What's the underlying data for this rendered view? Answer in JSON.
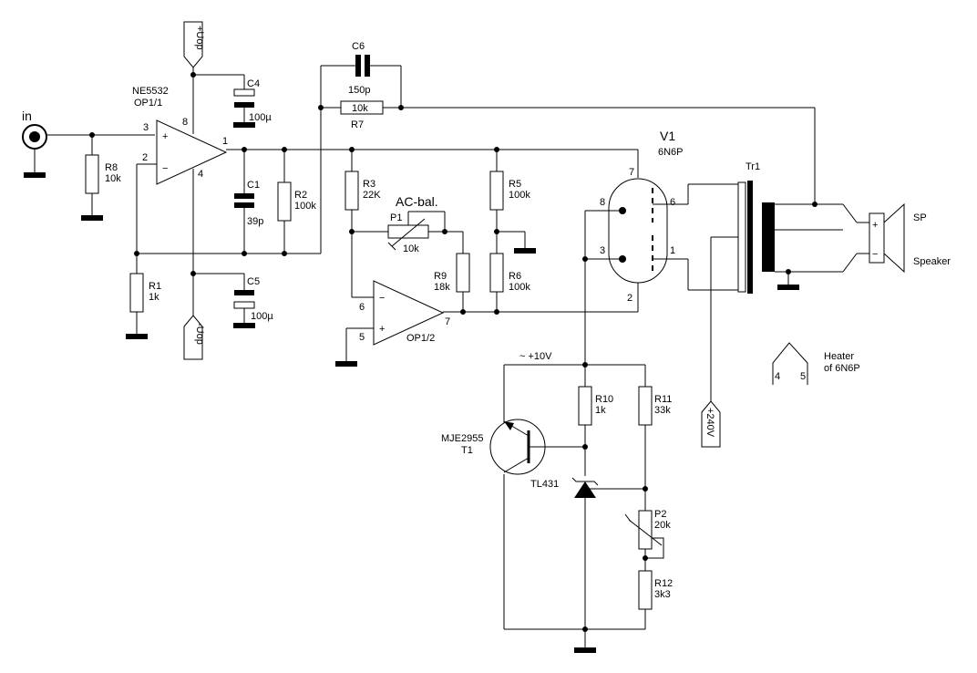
{
  "labels": {
    "in": "in",
    "op1_type": "NE5532",
    "op1_name": "OP1/1",
    "op2_name": "OP1/2",
    "pin_plus": "+",
    "pin_minus": "−",
    "op1_pin3": "3",
    "op1_pin2": "2",
    "op1_pin1": "1",
    "op1_pin8": "8",
    "op1_pin4": "4",
    "op2_pin6": "6",
    "op2_pin5": "5",
    "op2_pin7": "7",
    "supply_pos": "+Uop",
    "supply_neg": "-Uop",
    "c4": "C4",
    "c4_val": "100µ",
    "c1": "C1",
    "c1_val": "39p",
    "c5": "C5",
    "c5_val": "100µ",
    "c6": "C6",
    "c6_val": "150p",
    "r7": "R7",
    "r7_val": "10k",
    "r8": "R8",
    "r8_val": "10k",
    "r2": "R2",
    "r2_val": "100k",
    "r1": "R1",
    "r1_val": "1k",
    "r3": "R3",
    "r3_val": "22K",
    "ac_bal": "AC-bal.",
    "p1": "P1",
    "p1_val": "10k",
    "r9": "R9",
    "r9_val": "18k",
    "r5": "R5",
    "r5_val": "100k",
    "r6": "R6",
    "r6_val": "100k",
    "v1": "V1",
    "v1_type": "6N6P",
    "v1_pin8": "8",
    "v1_pin7": "7",
    "v1_pin6": "6",
    "v1_pin3": "3",
    "v1_pin1": "1",
    "v1_pin2": "2",
    "tr1": "Tr1",
    "sp": "SP",
    "speaker": "Speaker",
    "b240": "+240V",
    "heater": "Heater",
    "heater2": "of 6N6P",
    "heater_pin4": "4",
    "heater_pin5": "5",
    "v10": "~ +10V",
    "r10": "R10",
    "r10_val": "1k",
    "r11": "R11",
    "r11_val": "33k",
    "t1_type": "MJE2955",
    "t1": "T1",
    "tl431": "TL431",
    "p2": "P2",
    "p2_val": "20k",
    "r12": "R12",
    "r12_val": "3k3"
  }
}
